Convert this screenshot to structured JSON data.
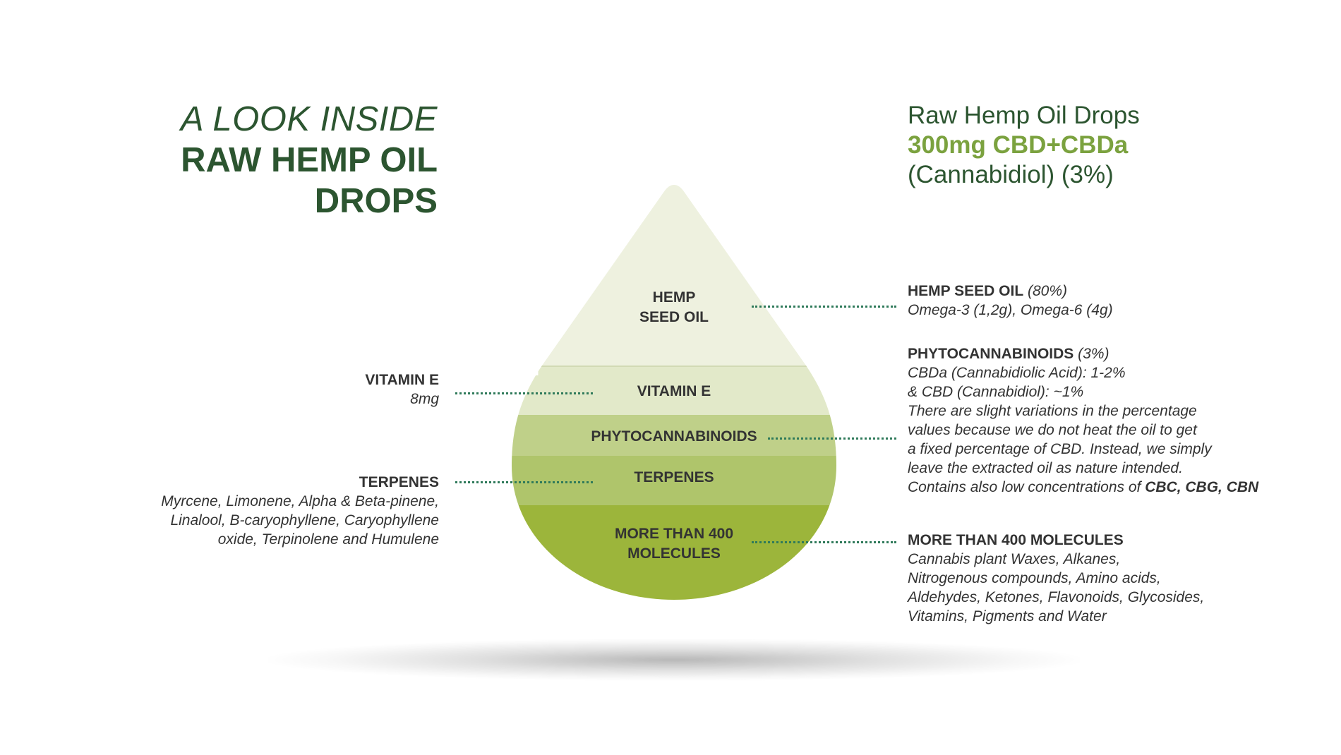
{
  "heading": {
    "kicker": "A LOOK INSIDE",
    "title_line1": "RAW HEMP OIL",
    "title_line2": "DROPS"
  },
  "product": {
    "name": "Raw Hemp Oil Drops",
    "strength": "300mg CBD+CBDa",
    "subtitle": "(Cannabidiol) (3%)"
  },
  "drop": {
    "layers": [
      {
        "label_line1": "HEMP",
        "label_line2": "SEED OIL",
        "color": "#eef1df"
      },
      {
        "label_line1": "VITAMIN E",
        "label_line2": "",
        "color": "#e2e9c9"
      },
      {
        "label_line1": "PHYTOCANNABINOIDS",
        "label_line2": "",
        "color": "#bfd089"
      },
      {
        "label_line1": "TERPENES",
        "label_line2": "",
        "color": "#afc56b"
      },
      {
        "label_line1": "MORE THAN 400",
        "label_line2": "MOLECULES",
        "color": "#9cb53b"
      }
    ]
  },
  "notes": {
    "vitamin_e": {
      "head": "VITAMIN E",
      "desc": "8mg"
    },
    "terpenes": {
      "head": "TERPENES",
      "desc_lines": [
        "Myrcene, Limonene, Alpha & Beta-pinene,",
        "Linalool, B-caryophyllene, Caryophyllene",
        "oxide, Terpinolene and Humulene"
      ]
    },
    "hemp_seed_oil": {
      "head": "HEMP SEED OIL",
      "pct": "(80%)",
      "desc": "Omega-3 (1,2g), Omega-6 (4g)"
    },
    "phytocannabinoids": {
      "head": "PHYTOCANNABINOIDS",
      "pct": "(3%)",
      "desc_lines": [
        "CBDa (Cannabidiolic Acid): 1-2%",
        "& CBD (Cannabidiol): ~1%",
        "There are slight variations in the percentage",
        "values because we do not heat the oil to get",
        "a fixed percentage of CBD. Instead, we simply",
        "leave the extracted oil as nature intended."
      ],
      "last_line_prefix": "Contains also low concentrations of",
      "last_line_bold": "CBC, CBG, CBN"
    },
    "molecules": {
      "head": "MORE THAN 400 MOLECULES",
      "desc_lines": [
        "Cannabis plant Waxes, Alkanes,",
        "Nitrogenous compounds, Amino acids,",
        "Aldehydes, Ketones, Flavonoids, Glycosides,",
        "Vitamins, Pigments and Water"
      ]
    }
  },
  "colors": {
    "heading_green": "#2c5530",
    "accent_green": "#7ba23f",
    "leader": "#2f7a5a"
  }
}
